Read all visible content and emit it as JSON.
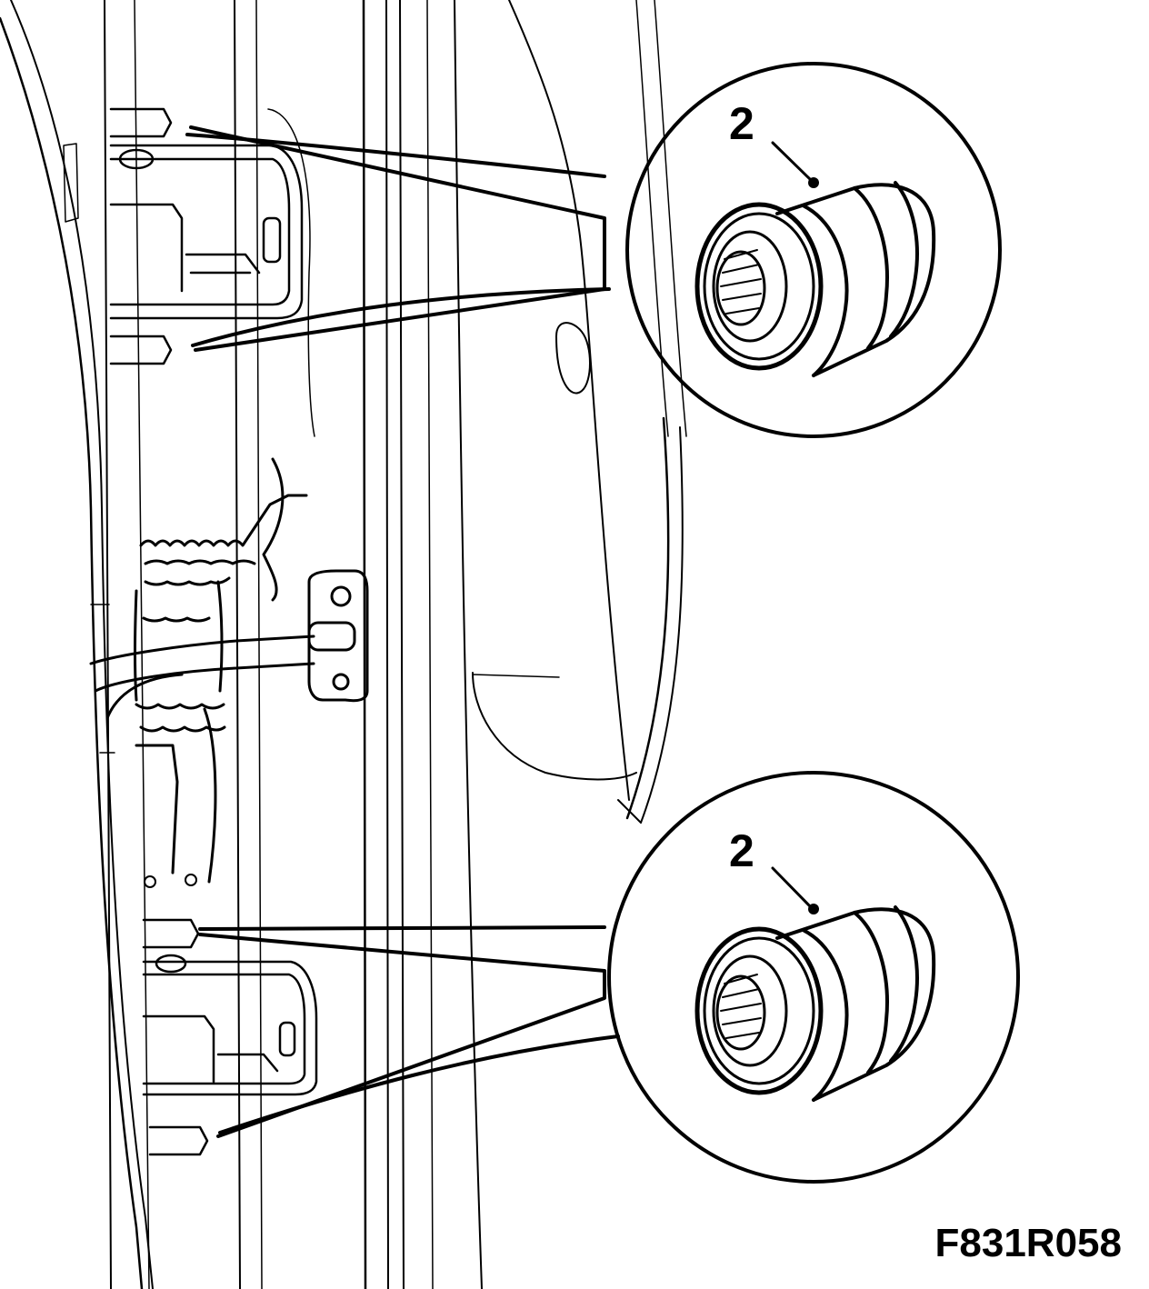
{
  "figure": {
    "code": "F831R058",
    "callouts": [
      {
        "id": "upper",
        "number": "2",
        "part": "nut"
      },
      {
        "id": "lower",
        "number": "2",
        "part": "nut"
      }
    ]
  },
  "colors": {
    "line": "#000000",
    "background": "#ffffff"
  }
}
